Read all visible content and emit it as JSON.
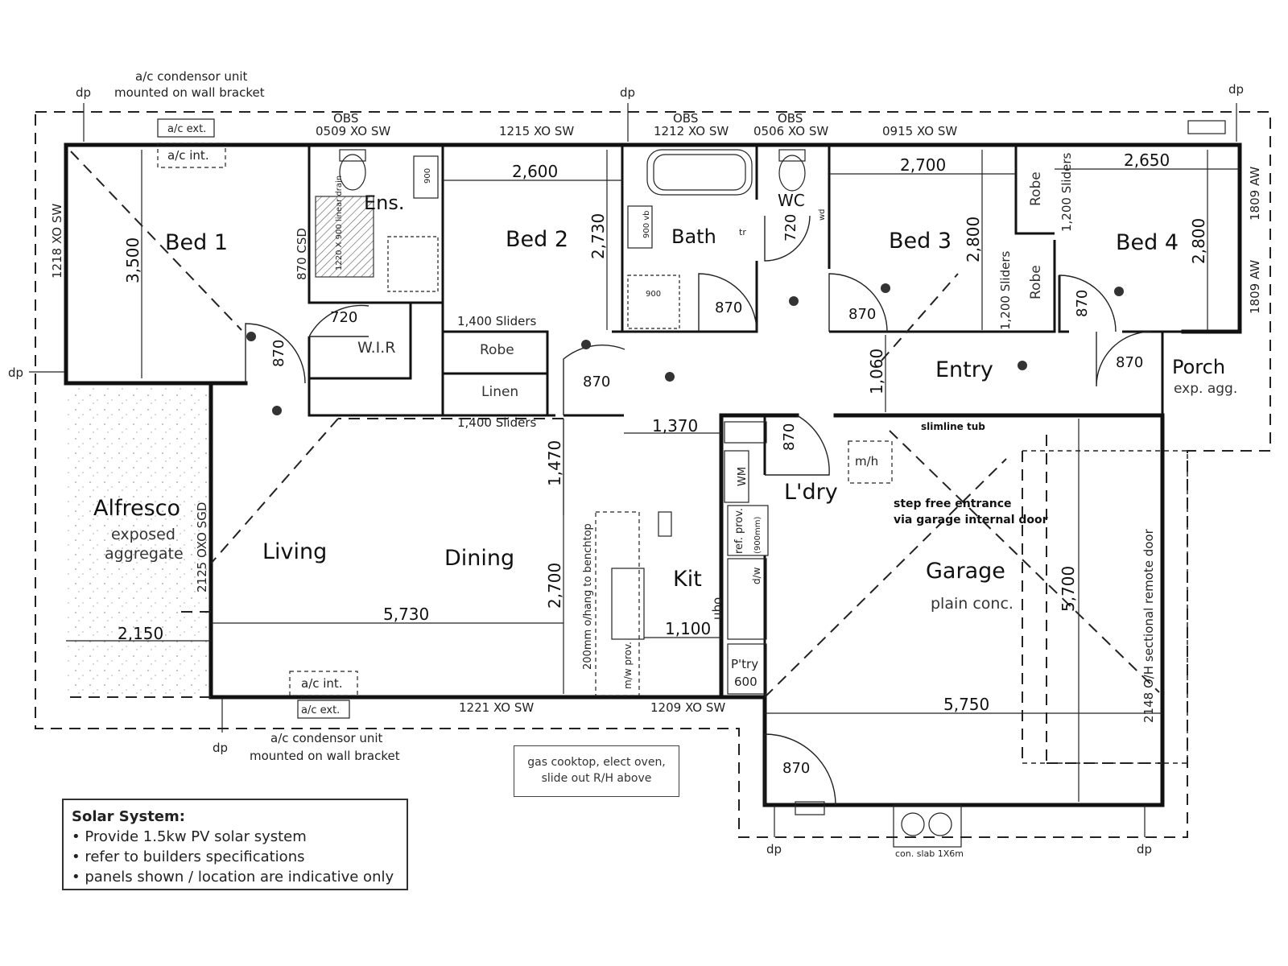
{
  "rooms": {
    "bed1": "Bed 1",
    "ens": "Ens.",
    "wir": "W.I.R",
    "bed2": "Bed 2",
    "robe": "Robe",
    "linen": "Linen",
    "bath": "Bath",
    "wc": "WC",
    "bed3": "Bed 3",
    "bed4": "Bed 4",
    "entry": "Entry",
    "porch": "Porch",
    "porch_sub": "exp. agg.",
    "alfresco": "Alfresco",
    "alfresco_sub1": "exposed",
    "alfresco_sub2": "aggregate",
    "living": "Living",
    "dining": "Dining",
    "kit": "Kit",
    "ldry": "L'dry",
    "garage": "Garage",
    "garage_sub": "plain conc.",
    "pantry": "P'try",
    "pantry_size": "600"
  },
  "dimensions": {
    "bed1_depth": "3,500",
    "bed2_width": "2,600",
    "bed2_depth": "2,730",
    "bed3_width": "2,700",
    "bed3_depth": "2,800",
    "bed4_width": "2,650",
    "bed4_depth": "2,800",
    "entry_depth": "1,060",
    "living_width": "5,730",
    "living_depth": "2,700",
    "dining_depth": "1,470",
    "ldry_width": "1,370",
    "kit_width": "1,100",
    "alfresco_width": "2,150",
    "garage_width": "5,750",
    "garage_depth": "5,700"
  },
  "doors": [
    "720",
    "870",
    "870",
    "870",
    "720",
    "870",
    "870",
    "870",
    "870",
    "870"
  ],
  "annotations": {
    "obs": "OBS",
    "win_bed1": "0509 XO SW",
    "win_bed2": "1215 XO SW",
    "win_bath": "1212 XO SW",
    "win_wc": "0506 XO SW",
    "win_bed3": "0915 XO SW",
    "win_left": "1218 XO SW",
    "win_bed4_a": "1809 AW",
    "win_bed4_b": "1809 AW",
    "win_living": "1221 XO SW",
    "win_dining": "1209 XO SW",
    "sgd": "2125 OXO SGD",
    "csd": "870 CSD",
    "ac_top_1": "a/c condensor unit",
    "ac_top_2": "mounted on wall bracket",
    "ac_ext": "a/c ext.",
    "ac_int": "a/c int.",
    "ac_bot_1": "a/c condensor unit",
    "ac_bot_2": "mounted on wall bracket",
    "dp": "dp",
    "sliders_robe_top": "1,400 Sliders",
    "sliders_linen": "1,400 Sliders",
    "sliders_bed3": "1,200 Sliders",
    "sliders_bed4": "1,200 Sliders",
    "slimline_tub": "slimline tub",
    "step_free_1": "step free entrance",
    "step_free_2": "via garage internal door",
    "mh": "m/h",
    "wm": "WM",
    "ref_prov": "ref. prov.",
    "ref_size": "(900mm)",
    "dw": "d/w",
    "ubo": "ubo",
    "benchtop": "200mm o/hang to benchtop",
    "mw_prov": "m/w prov.",
    "garage_door": "2148 O/H sectional remote door",
    "con_slab": "con. slab 1X6m",
    "bath_900": "900",
    "tr": "tr",
    "shower": "900",
    "vanity": "900 vb",
    "vanity_ens": "900",
    "linear_drain": "1220 X 900 linear drain",
    "wd": "wd"
  },
  "note": {
    "line1": "gas cooktop, elect oven,",
    "line2": "slide out R/H above"
  },
  "solar": {
    "title": "Solar System:",
    "items": [
      "• Provide 1.5kw PV solar system",
      "• refer to builders specifications",
      "• panels shown / location are indicative only"
    ]
  }
}
